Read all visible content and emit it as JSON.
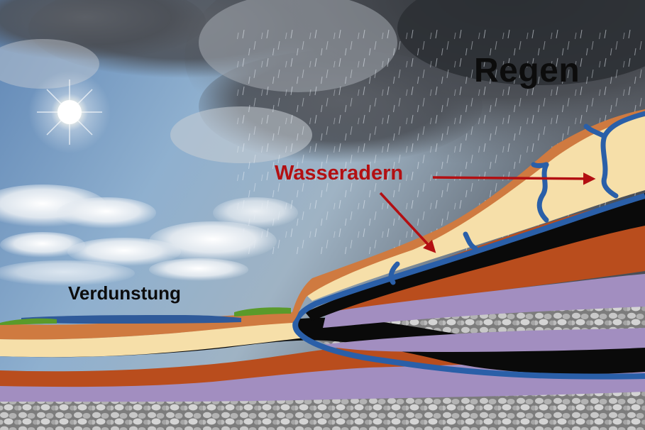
{
  "labels": {
    "rain": "Regen",
    "water_veins": "Wasseradern",
    "evaporation": "Verdunstung"
  },
  "colors": {
    "label_text": "#0c0c0c",
    "label_red": "#b30f12",
    "arrow": "#b30f12",
    "topsoil": "#cf7a40",
    "sand": "#f6dfa9",
    "water": "#2a5fa8",
    "clay_black": "#0a0a0a",
    "rust": "#b94d1d",
    "lavender": "#a28ec0",
    "gravel": "#a8a8a8",
    "grass": "#5a9a2a",
    "lake": "#2f5a9a"
  },
  "icons": {
    "sun": "sun-icon",
    "clouds": "cloud-icon",
    "rain": "rain-streaks",
    "arrows": "arrow-icon"
  }
}
